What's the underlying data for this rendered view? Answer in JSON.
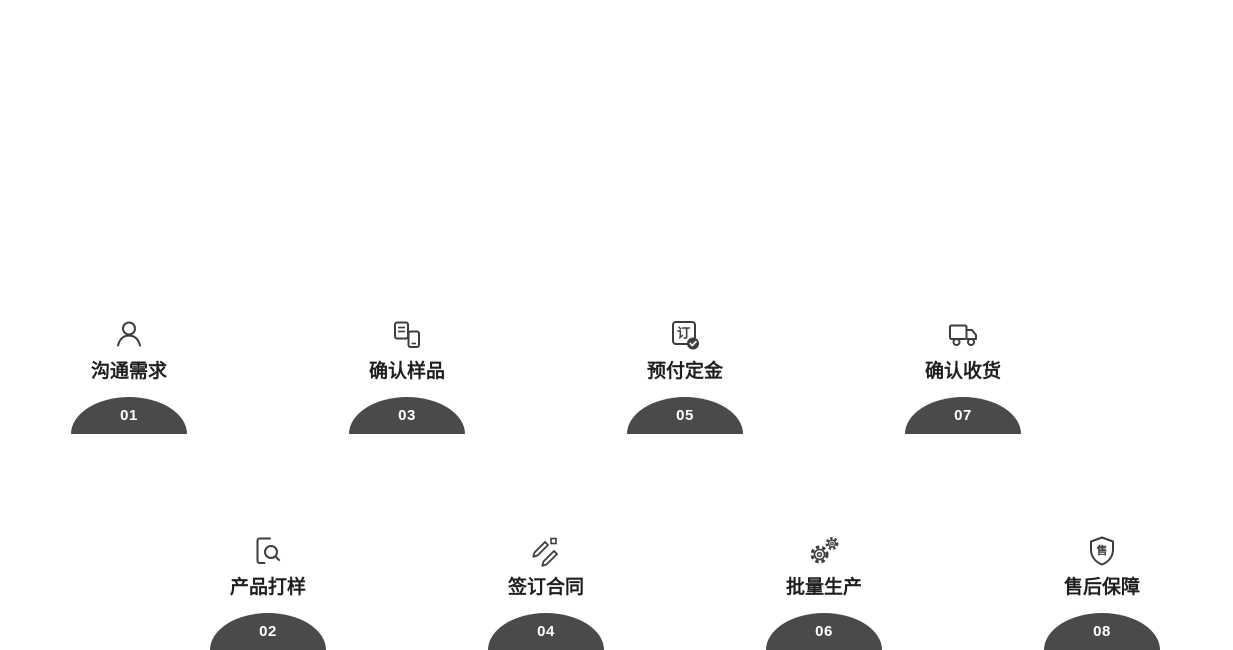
{
  "page": {
    "background": "#ffffff",
    "description_type": "process-steps-diagram"
  },
  "colors": {
    "arc_fill": "#4a4a4a",
    "number_text": "#ffffff",
    "label_text": "#1f1f1f",
    "icon_stroke": "#3d3d3d"
  },
  "glyphs": {
    "order_char": "订",
    "shield_char": "售"
  },
  "steps": [
    {
      "number": "01",
      "label": "沟通需求",
      "icon": "person-icon"
    },
    {
      "number": "02",
      "label": "产品打样",
      "icon": "document-search-icon"
    },
    {
      "number": "03",
      "label": "确认样品",
      "icon": "sample-list-icon"
    },
    {
      "number": "04",
      "label": "签订合同",
      "icon": "sign-pens-icon"
    },
    {
      "number": "05",
      "label": "预付定金",
      "icon": "order-check-icon"
    },
    {
      "number": "06",
      "label": "批量生产",
      "icon": "gears-icon"
    },
    {
      "number": "07",
      "label": "确认收货",
      "icon": "truck-icon"
    },
    {
      "number": "08",
      "label": "售后保障",
      "icon": "shield-icon"
    }
  ]
}
